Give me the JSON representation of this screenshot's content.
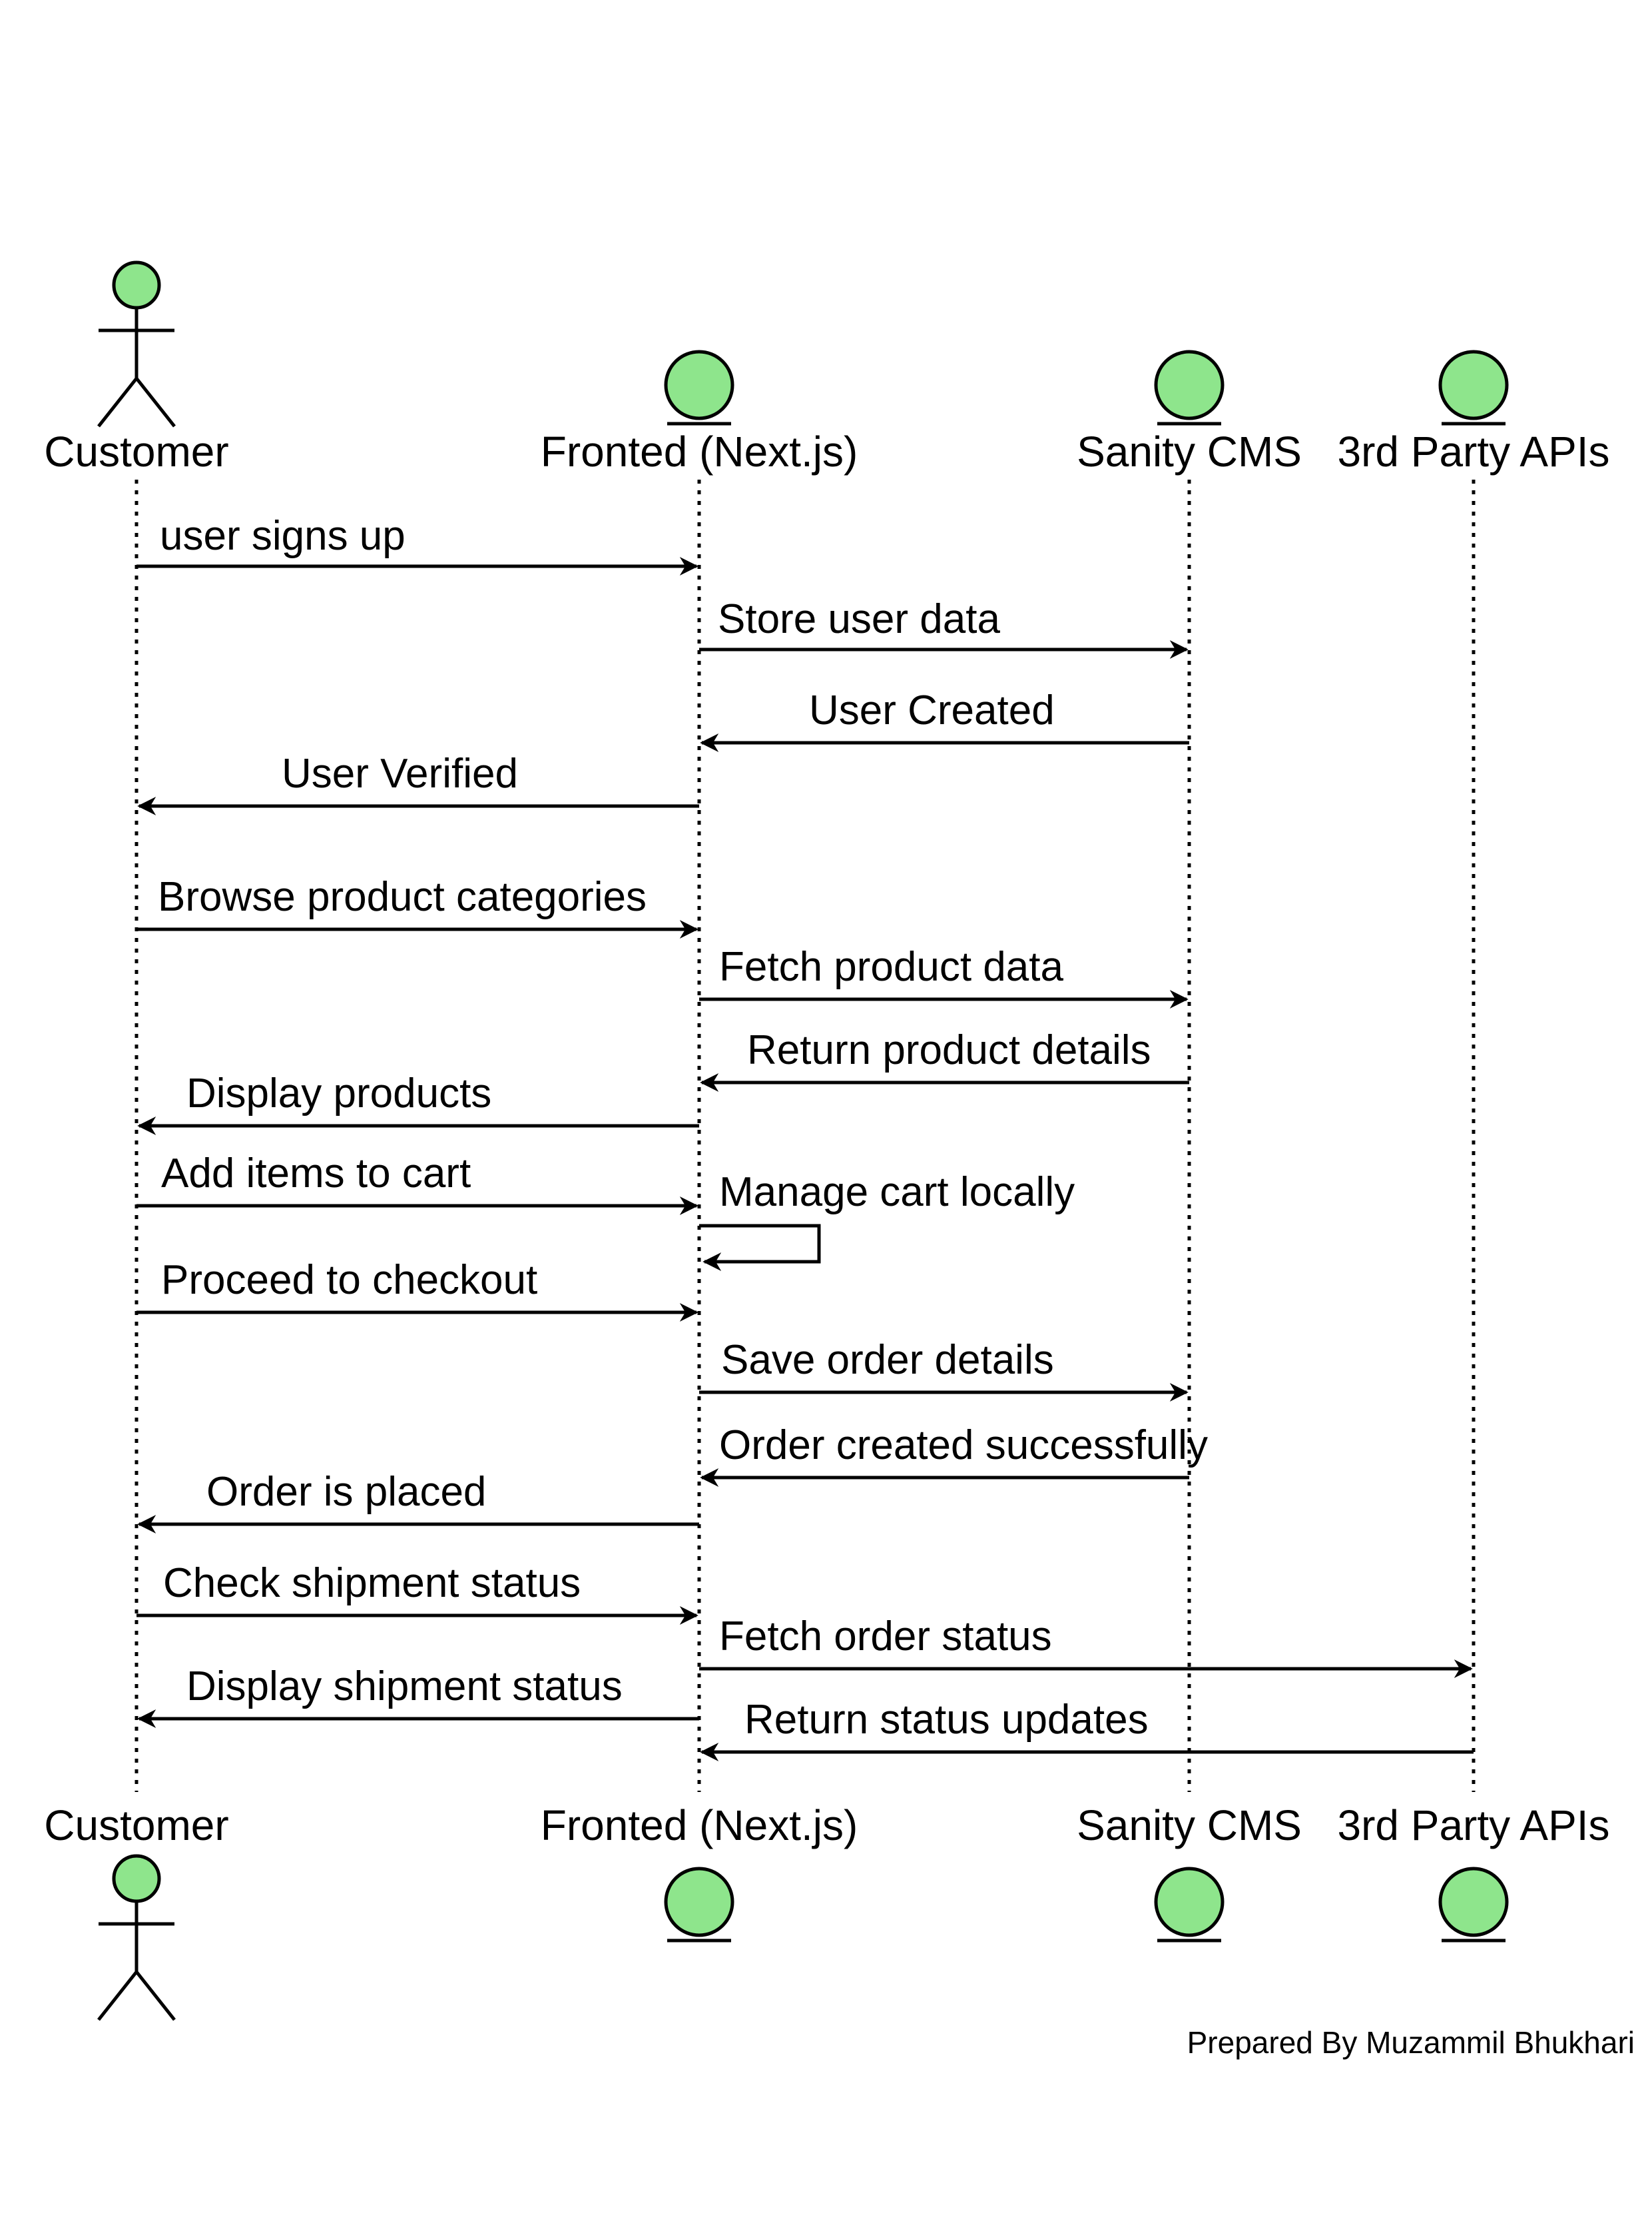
{
  "participants": [
    {
      "id": "customer",
      "label": "Customer",
      "kind": "actor"
    },
    {
      "id": "frontend",
      "label": "Fronted (Next.js)",
      "kind": "entity"
    },
    {
      "id": "cms",
      "label": "Sanity CMS",
      "kind": "entity"
    },
    {
      "id": "apis",
      "label": "3rd Party APIs",
      "kind": "entity"
    }
  ],
  "messages": [
    {
      "from": "customer",
      "to": "frontend",
      "label": "user signs up"
    },
    {
      "from": "frontend",
      "to": "cms",
      "label": "Store user data"
    },
    {
      "from": "cms",
      "to": "frontend",
      "label": "User Created"
    },
    {
      "from": "frontend",
      "to": "customer",
      "label": "User Verified"
    },
    {
      "from": "customer",
      "to": "frontend",
      "label": "Browse product categories"
    },
    {
      "from": "frontend",
      "to": "cms",
      "label": "Fetch product data"
    },
    {
      "from": "cms",
      "to": "frontend",
      "label": "Return product details"
    },
    {
      "from": "frontend",
      "to": "customer",
      "label": "Display products"
    },
    {
      "from": "customer",
      "to": "frontend",
      "label": "Add items to cart"
    },
    {
      "from": "frontend",
      "to": "frontend",
      "label": "Manage cart locally"
    },
    {
      "from": "customer",
      "to": "frontend",
      "label": "Proceed to checkout"
    },
    {
      "from": "frontend",
      "to": "cms",
      "label": "Save order details"
    },
    {
      "from": "cms",
      "to": "frontend",
      "label": "Order created successfully"
    },
    {
      "from": "frontend",
      "to": "customer",
      "label": "Order is placed"
    },
    {
      "from": "customer",
      "to": "frontend",
      "label": "Check shipment status"
    },
    {
      "from": "frontend",
      "to": "apis",
      "label": "Fetch order status"
    },
    {
      "from": "frontend",
      "to": "customer",
      "label": "Display shipment status"
    },
    {
      "from": "apis",
      "to": "frontend",
      "label": "Return status updates"
    }
  ],
  "footer": {
    "credit": "Prepared By Muzammil Bhukhari"
  },
  "colors": {
    "participant_fill": "#8ee58c",
    "stroke": "#000000"
  }
}
